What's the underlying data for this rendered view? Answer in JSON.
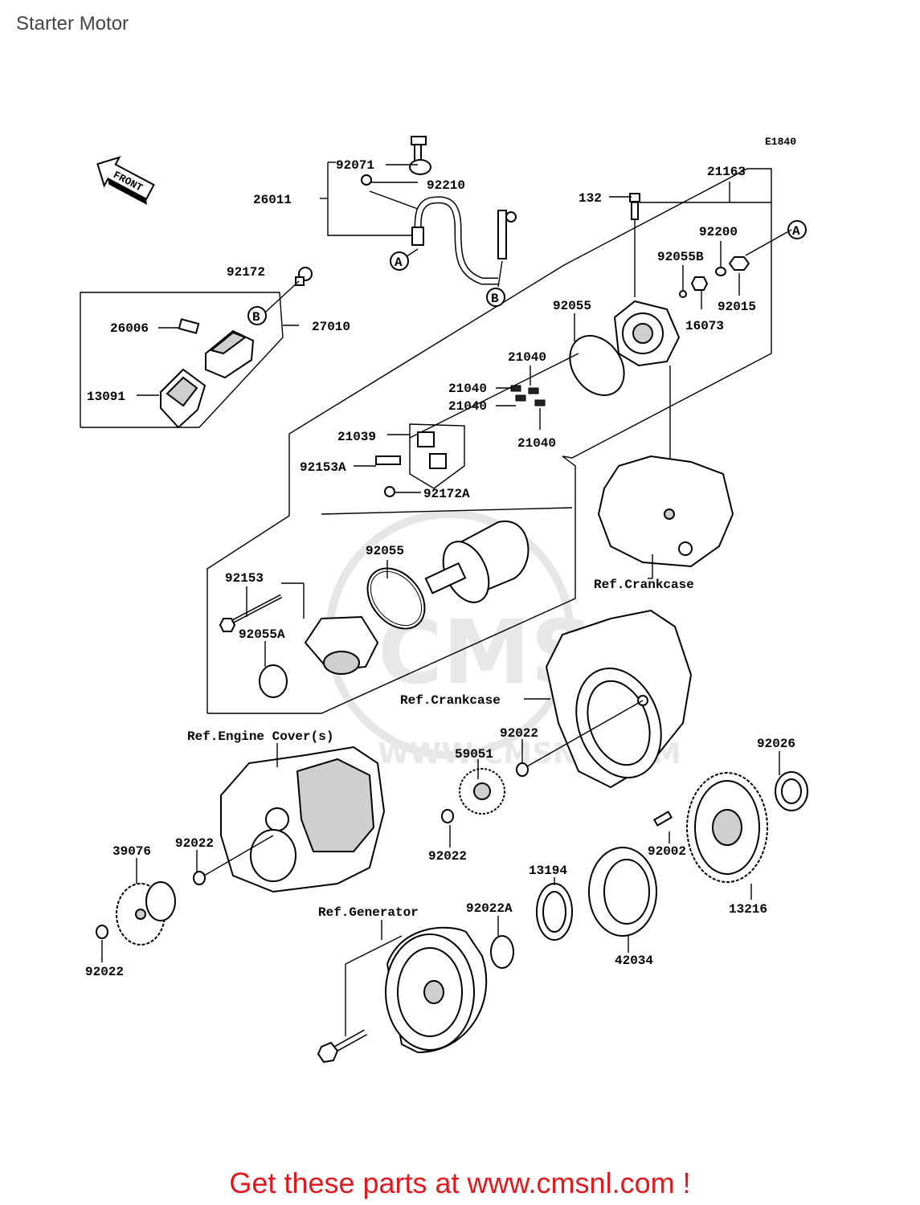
{
  "page": {
    "title": "Starter Motor"
  },
  "diagram": {
    "code": "E1840",
    "front_marker": "FRONT",
    "watermark": "CMS",
    "watermark_url": "WWW.CMSNL.COM",
    "part_labels": {
      "p92071": "92071",
      "p26011": "26011",
      "p92210": "92210",
      "p21163": "21163",
      "p132": "132",
      "p92200": "92200",
      "p92055B": "92055B",
      "p92015": "92015",
      "p16073": "16073",
      "p92172": "92172",
      "p26006": "26006",
      "p27010": "27010",
      "p13091": "13091",
      "p92055_top": "92055",
      "p21040_a": "21040",
      "p21040_b": "21040",
      "p21040_c": "21040",
      "p21040_d": "21040",
      "p21039": "21039",
      "p92153A": "92153A",
      "p92172A": "92172A",
      "p92055_mid": "92055",
      "p92153": "92153",
      "p92055A": "92055A",
      "p92022_a": "92022",
      "p59051": "59051",
      "p92026": "92026",
      "p39076": "39076",
      "p92022_b": "92022",
      "p92022_c": "92022",
      "p92002": "92002",
      "p13194": "13194",
      "p13216": "13216",
      "p92022A": "92022A",
      "p92022_d": "92022",
      "p42034": "42034"
    },
    "reference_labels": {
      "crankcase_top": "Ref.Crankcase",
      "crankcase_mid": "Ref.Crankcase",
      "engine_cover": "Ref.Engine Cover(s)",
      "generator": "Ref.Generator"
    },
    "callouts": {
      "a1": "A",
      "a2": "A",
      "b1": "B",
      "b2": "B"
    }
  },
  "footer": {
    "cta": "Get these parts at www.cmsnl.com !"
  }
}
